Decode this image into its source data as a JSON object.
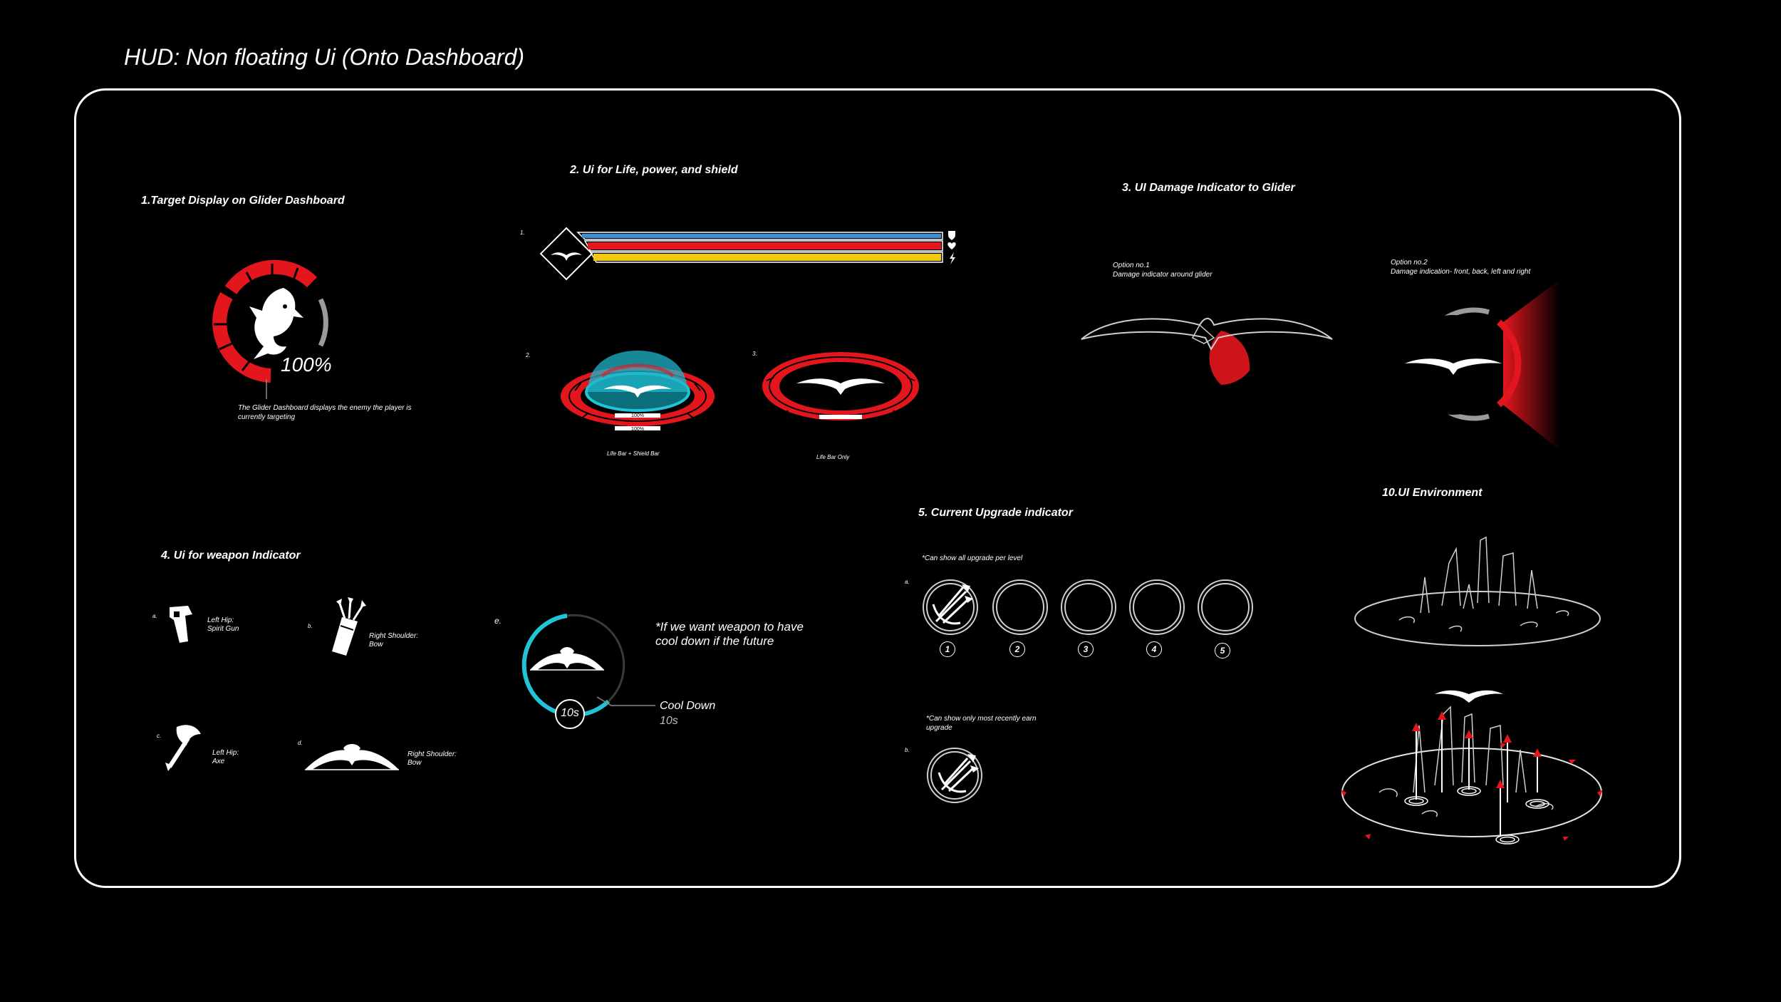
{
  "page": {
    "title": "HUD: Non floating Ui (Onto Dashboard)"
  },
  "colors": {
    "red": "#e3161e",
    "blue": "#3a8fd6",
    "yellow": "#f2c811",
    "cyan": "#22c3d6",
    "grey": "#8a8a8a"
  },
  "target_display": {
    "title": "1.Target Display on Glider Dashboard",
    "percent": "100%",
    "description": "The Glider Dashboard displays the enemy the player is currently targeting",
    "icon": "shark-icon"
  },
  "life_power_shield": {
    "title": "2. Ui for Life, power, and shield",
    "option1_marker": "1.",
    "option2_marker": "2.",
    "option3_marker": "3.",
    "shield_percent": "100%",
    "life_percent": "100%",
    "life_only_percent": "100%",
    "caption_combo": "Life Bar + Shield Bar",
    "caption_life_only": "Life Bar Only",
    "bars": [
      {
        "name": "shield",
        "fraction": 1.0,
        "icon": "shield-icon"
      },
      {
        "name": "life",
        "fraction": 1.0,
        "icon": "heart-icon"
      },
      {
        "name": "power",
        "fraction": 1.0,
        "icon": "lightning-icon"
      }
    ]
  },
  "damage_indicator": {
    "title": "3. UI Damage Indicator to Glider",
    "option1_title": "Option no.1",
    "option1_desc": "Damage indicator around glider",
    "option2_title": "Option no.2",
    "option2_desc": "Damage indication- front, back, left and right"
  },
  "weapon_indicator": {
    "title": "4. Ui for weapon Indicator",
    "items": [
      {
        "marker": "a.",
        "slot": "Left Hip:",
        "weapon": "Spirit Gun",
        "icon": "spirit-gun-icon"
      },
      {
        "marker": "b.",
        "slot": "Right Shoulder:",
        "weapon": "Bow",
        "icon": "quiver-icon"
      },
      {
        "marker": "c.",
        "slot": "Left Hip:",
        "weapon": "Axe",
        "icon": "axe-icon"
      },
      {
        "marker": "d.",
        "slot": "Right Shoulder:",
        "weapon": "Bow",
        "icon": "bow-icon"
      }
    ],
    "cooldown": {
      "marker": "e.",
      "note": "*If we want weapon to have cool down if the future",
      "timer": "10s",
      "label": "Cool Down",
      "value": "10s"
    }
  },
  "upgrade_indicator": {
    "title": "5. Current Upgrade indicator",
    "option_a_marker": "a.",
    "option_a_note": "*Can show all upgrade per level",
    "levels": [
      "1",
      "2",
      "3",
      "4",
      "5"
    ],
    "option_b_marker": "b.",
    "option_b_note": "*Can show only most recently earn upgrade"
  },
  "environment": {
    "title": "10.UI Environment"
  }
}
